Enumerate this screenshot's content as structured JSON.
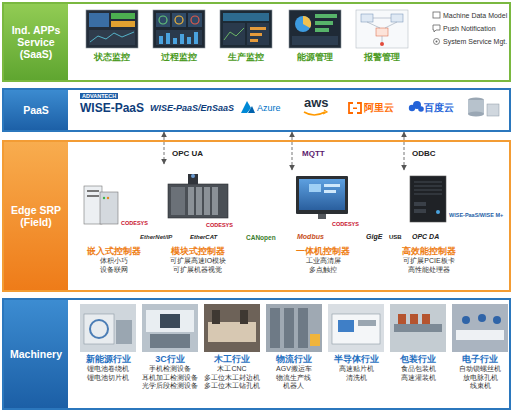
{
  "diagram": {
    "nodes": [
      {
        "text": [
          "Ind. APPs Service (SaaS)"
        ]
      },
      {
        "text": [
          "状态监控"
        ],
        "in": 0
      },
      {
        "text": [
          "过程监控"
        ],
        "in": 0
      },
      {
        "text": [
          "生产监控"
        ],
        "in": 0
      },
      {
        "text": [
          "能源管理"
        ],
        "in": 0
      },
      {
        "text": [
          "报警管理"
        ],
        "in": 0
      },
      {
        "text": [
          "PaaS"
        ]
      },
      {
        "text": [
          "Edge SRP (Field)"
        ]
      },
      {
        "text": [
          "嵌入式控制器",
          "体积小巧 设备联网"
        ],
        "in": 7
      },
      {
        "text": [
          "模块式控制器",
          "可扩展高速IO模块 可扩展机器视觉"
        ],
        "in": 7
      },
      {
        "text": [
          "一体机控制器",
          "工业高清屏 多点触控"
        ],
        "in": 7
      },
      {
        "text": [
          "高效能控制器",
          "可扩展PCIE板卡 高性能处理器"
        ],
        "in": 7
      },
      {
        "text": [
          "Machinery"
        ]
      },
      {
        "text": [
          "新能源行业",
          "锂电池卷绕机 锂电池切片机"
        ],
        "in": 12
      },
      {
        "text": [
          "3C行业",
          "手机检测设备 耳机加工检测设备 光学后段检测设备"
        ],
        "in": 12
      },
      {
        "text": [
          "木工行业",
          "木工CNC 多工位木工封边机 多工位木工钻孔机"
        ],
        "in": 12
      },
      {
        "text": [
          "物流行业",
          "AGV搬运车 物流生产线 机器人"
        ],
        "in": 12
      },
      {
        "text": [
          "半导体行业",
          "高速贴片机 清洗机"
        ],
        "in": 12
      },
      {
        "text": [
          "包装行业",
          "食品包装机 高速灌装机"
        ],
        "in": 12
      },
      {
        "text": [
          "电子行业",
          "自动锁螺丝机 放电脉孔机 线束机"
        ],
        "in": 12
      }
    ],
    "edges": [
      {
        "from": 6,
        "to": 9,
        "arrow": "both"
      },
      {
        "from": 6,
        "to": 10,
        "arrow": "both"
      },
      {
        "from": 6,
        "to": 11,
        "arrow": "both"
      }
    ],
    "labels": [
      "Machine Data Model",
      "Push Notification",
      "System Service Mgt.",
      "ADVANTECH",
      "WISE-PaaS",
      "WISE-PaaS/EnSaaS",
      "Azure",
      "aws",
      "阿里云",
      "百度云",
      "OPC UA",
      "MQTT",
      "ODBC",
      "CODESYS",
      "CODESYS",
      "CODESYS",
      "EtherNet/IP",
      "EtherCAT",
      "CANopen",
      "Modbus",
      "GigE",
      "USB",
      "OPC DA",
      "WISE-PaaS/WISE M+"
    ]
  }
}
